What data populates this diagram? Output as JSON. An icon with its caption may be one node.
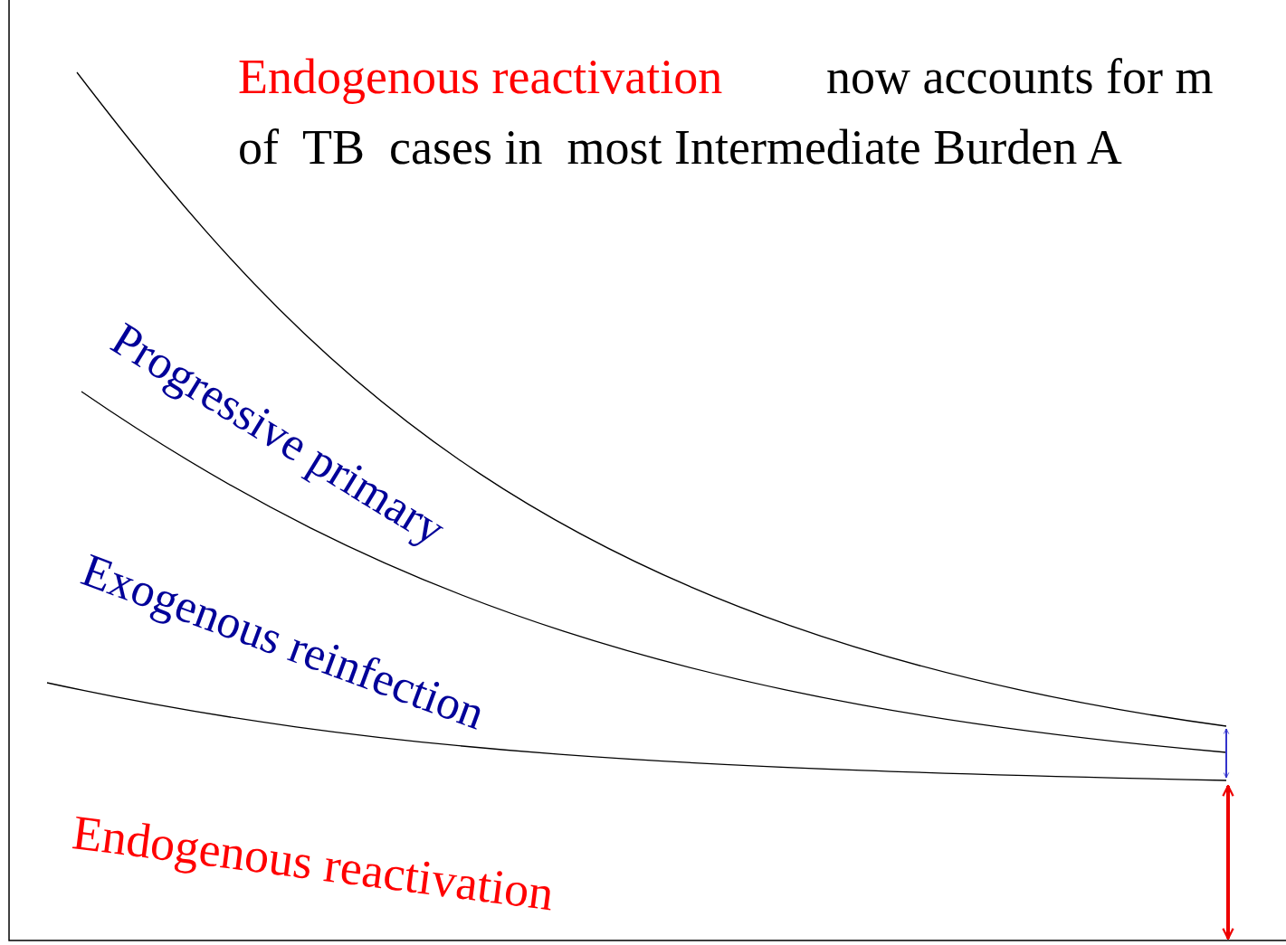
{
  "diagram": {
    "labels": [
      "Endogenous reactivation",
      "now accounts for m",
      "of  TB  cases in  most Intermediate Burden A",
      "Progressive primary",
      "Exogenous reinfection",
      "Endogenous reactivation"
    ]
  }
}
